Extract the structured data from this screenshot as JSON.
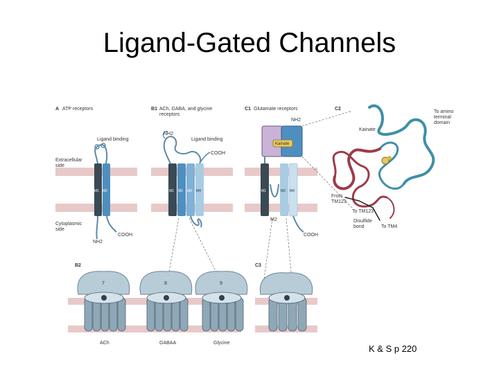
{
  "slide": {
    "title": "Ligand-Gated Channels",
    "citation": "K & S p 220"
  },
  "figure": {
    "panels": {
      "a": {
        "letter": "A",
        "caption": "ATP receptors"
      },
      "b1": {
        "letter": "B1",
        "caption": "ACh, GABA, and glycine receptors"
      },
      "c1": {
        "letter": "C1",
        "caption": "Glutamate receptors"
      },
      "c2": {
        "letter": "C2"
      },
      "b2": {
        "letter": "B2"
      },
      "c3": {
        "letter": "C3"
      }
    },
    "labels": {
      "extracellular": "Extracellular side",
      "cytoplasmic": "Cytoplasmic side",
      "ligand_binding_a": "Ligand binding",
      "ligand_binding_b": "Ligand binding",
      "nh2_a": "NH2",
      "cooh_a": "COOH",
      "nh2_b": "NH2",
      "cooh_b": "COOH",
      "nh2_c": "NH2",
      "cooh_c": "COOH",
      "kainate_box": "Kainate",
      "m2": "M2",
      "to_amino": "To amino terminal domain",
      "kainate": "Kainate",
      "from_tm123": "From TM123",
      "to_tm123": "To TM123",
      "disulfide": "Disulfide bond",
      "to_tm4": "To TM4"
    },
    "segments": {
      "a": [
        "M1",
        "M2"
      ],
      "b": [
        "M1",
        "M2",
        "M3",
        "M4"
      ],
      "c": [
        "M1",
        "M3",
        "M4"
      ]
    },
    "channels": {
      "ach": {
        "caption": "ACh",
        "number": "7"
      },
      "gaba": {
        "caption": "GABAA",
        "number": "8"
      },
      "glycine": {
        "caption": "Glycine",
        "number": "9"
      }
    },
    "colors": {
      "membrane": "#e8c9c9",
      "dark_segment": "#3a4a55",
      "blue_segment": "#4f8fc0",
      "light_segment": "#a9cce3",
      "teal_ribbon": "#3f8fa8",
      "red_ribbon": "#9e3a4a",
      "kainate_ligand": "#e8c860"
    }
  }
}
